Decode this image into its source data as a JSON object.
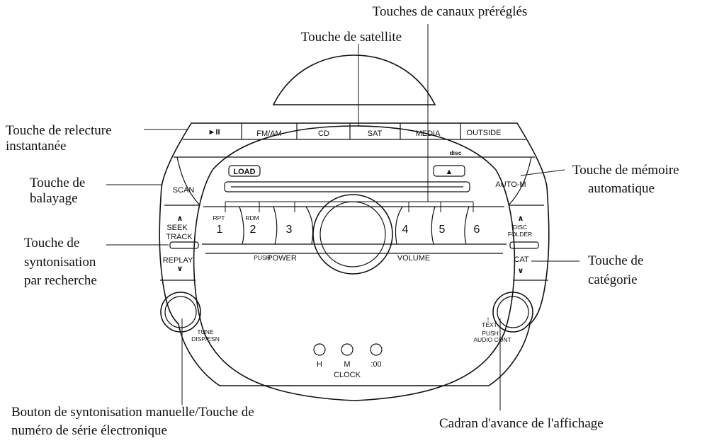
{
  "callouts": {
    "preset_channels": "Touches de canaux préréglés",
    "satellite": "Touche de satellite",
    "instant_replay_l1": "Touche de relecture",
    "instant_replay_l2": "instantanée",
    "scan_l1": "Touche de",
    "scan_l2": "balayage",
    "seek_l1": "Touche de",
    "seek_l2": "syntonisation",
    "seek_l3": "par recherche",
    "auto_memory_l1": "Touche de mémoire",
    "auto_memory_l2": "automatique",
    "category_l1": "Touche de",
    "category_l2": "catégorie",
    "manual_tune_l1": "Bouton de syntonisation manuelle/Touche de",
    "manual_tune_l2": "numéro de série électronique",
    "display_dial": "Cadran d'avance de l'affichage"
  },
  "panel": {
    "play_pause": "►II",
    "fm_am": "FM/AM",
    "cd": "CD",
    "sat": "SAT",
    "media": "MEDIA",
    "outside": "OUTSIDE",
    "disc_logo": "disc",
    "load": "LOAD",
    "eject": "▲",
    "scan": "SCAN",
    "auto_m": "AUTO-M",
    "seek": "SEEK",
    "track": "TRACK",
    "replay": "REPLAY",
    "disc": "DISC",
    "folder": "FOLDER",
    "cat": "CAT",
    "up_arrow": "∧",
    "down_arrow": "∨",
    "rpt": "RPT",
    "rdm": "RDM",
    "preset_1": "1",
    "preset_2": "2",
    "preset_3": "3",
    "preset_4": "4",
    "preset_5": "5",
    "preset_6": "6",
    "push": "PUSH",
    "power": "POWER",
    "volume": "VOLUME",
    "tune": "TUNE",
    "disp_esn": "DISP/ESN",
    "text_arrow": "↑",
    "text": "TEXT",
    "push_audio": "PUSH",
    "audio_cont": "AUDIO CONT",
    "clock_h": "H",
    "clock_m": "M",
    "clock_00": ":00",
    "clock": "CLOCK"
  }
}
